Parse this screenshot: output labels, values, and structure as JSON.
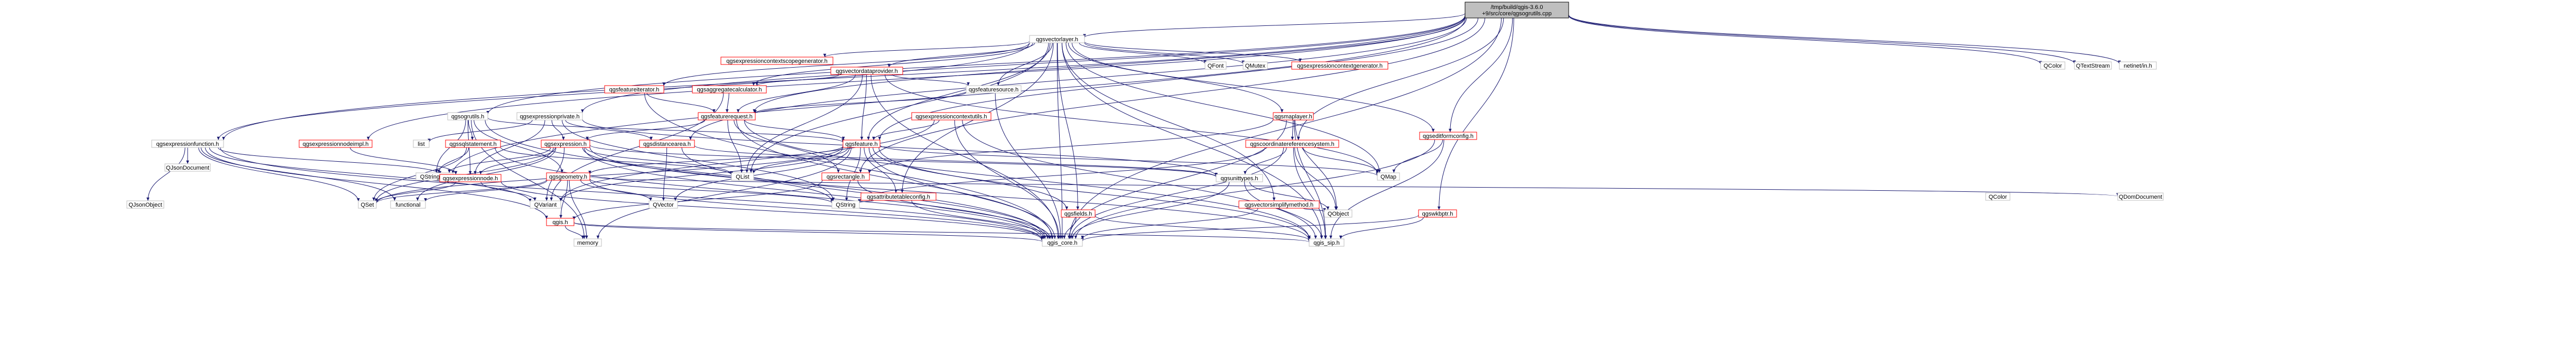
{
  "diagram": {
    "type": "include-dependency-graph",
    "colors": {
      "edge": "#191970",
      "box_border_normal": "#bfbfbf",
      "box_border_link": "#ff0000",
      "box_fill": "#ffffff",
      "root_fill": "#bfbfbf",
      "root_border": "#000000",
      "text": "#000000"
    },
    "nodes": [
      {
        "id": "root",
        "label": "/tmp/build/qgis-3.6.0\n+9/src/core/qgsogrutils.cpp",
        "kind": "root"
      },
      {
        "id": "qgsvectorlayer",
        "label": "qgsvectorlayer.h",
        "kind": "link"
      },
      {
        "id": "qcolor",
        "label": "QColor",
        "kind": "plain"
      },
      {
        "id": "qtextstream",
        "label": "QTextStream",
        "kind": "plain"
      },
      {
        "id": "netinet",
        "label": "netinet/in.h",
        "kind": "plain"
      },
      {
        "id": "qgsexpressioncontextscopegenerator",
        "label": "qgsexpressioncontextscopegenerator.h",
        "kind": "red"
      },
      {
        "id": "qgsvectordataprovider",
        "label": "qgsvectordataprovider.h",
        "kind": "red"
      },
      {
        "id": "qfont",
        "label": "QFont",
        "kind": "plain"
      },
      {
        "id": "qmutex",
        "label": "QMutex",
        "kind": "plain"
      },
      {
        "id": "qgsexpressioncontextgenerator",
        "label": "qgsexpressioncontextgenerator.h",
        "kind": "red"
      },
      {
        "id": "qgsfeatureiterator",
        "label": "qgsfeatureiterator.h",
        "kind": "red"
      },
      {
        "id": "qgsaggregatecalculator",
        "label": "qgsaggregatecalculator.h",
        "kind": "red"
      },
      {
        "id": "qgsfeaturesource",
        "label": "qgsfeaturesource.h",
        "kind": "link"
      },
      {
        "id": "qgsfeaturerequest",
        "label": "qgsfeaturerequest.h",
        "kind": "red"
      },
      {
        "id": "qgsexpressioncontextutils",
        "label": "qgsexpressioncontextutils.h",
        "kind": "red"
      },
      {
        "id": "qgsmaplayer",
        "label": "qgsmaplayer.h",
        "kind": "red"
      },
      {
        "id": "qgseditformconfig",
        "label": "qgseditformconfig.h",
        "kind": "red"
      },
      {
        "id": "qgsogrutils",
        "label": "qgsogrutils.h",
        "kind": "link"
      },
      {
        "id": "qgsexpressionprivate",
        "label": "qgsexpressionprivate.h",
        "kind": "link"
      },
      {
        "id": "qgsexpressionfunction",
        "label": "qgsexpressionfunction.h",
        "kind": "link"
      },
      {
        "id": "qgsexpressionnodeimpl",
        "label": "qgsexpressionnodeimpl.h",
        "kind": "red"
      },
      {
        "id": "list",
        "label": "list",
        "kind": "plain"
      },
      {
        "id": "qgssqlstatement",
        "label": "qgssqlstatement.h",
        "kind": "red"
      },
      {
        "id": "qgsexpression",
        "label": "qgsexpression.h",
        "kind": "red"
      },
      {
        "id": "qgsdistancearea",
        "label": "qgsdistancearea.h",
        "kind": "red"
      },
      {
        "id": "qgsfeature",
        "label": "qgsfeature.h",
        "kind": "red"
      },
      {
        "id": "qgscoordinatereferencesystem",
        "label": "qgscoordinatereferencesystem.h",
        "kind": "red"
      },
      {
        "id": "qjsondocument",
        "label": "QJsonDocument",
        "kind": "plain"
      },
      {
        "id": "qstringlist",
        "label": "QStringList",
        "kind": "plain"
      },
      {
        "id": "qgsexpressionnode",
        "label": "qgsexpressionnode.h",
        "kind": "red"
      },
      {
        "id": "qgsgeometry",
        "label": "qgsgeometry.h",
        "kind": "red"
      },
      {
        "id": "qlist",
        "label": "QList",
        "kind": "plain"
      },
      {
        "id": "qgsrectangle",
        "label": "qgsrectangle.h",
        "kind": "red"
      },
      {
        "id": "qgsattributetableconfig",
        "label": "qgsattributetableconfig.h",
        "kind": "red"
      },
      {
        "id": "qgsunittypes",
        "label": "qgsunittypes.h",
        "kind": "link"
      },
      {
        "id": "qgsvectorsimplifymethod",
        "label": "qgsvectorsimplifymethod.h",
        "kind": "red"
      },
      {
        "id": "qmap",
        "label": "QMap",
        "kind": "plain"
      },
      {
        "id": "qobject",
        "label": "QObject",
        "kind": "plain"
      },
      {
        "id": "qset",
        "label": "QSet",
        "kind": "plain"
      },
      {
        "id": "functional",
        "label": "functional",
        "kind": "plain"
      },
      {
        "id": "qvariant",
        "label": "QVariant",
        "kind": "plain"
      },
      {
        "id": "qvector",
        "label": "QVector",
        "kind": "plain"
      },
      {
        "id": "qstring",
        "label": "QString",
        "kind": "plain"
      },
      {
        "id": "qgis_h",
        "label": "qgis.h",
        "kind": "red"
      },
      {
        "id": "qgsfields",
        "label": "qgsfields.h",
        "kind": "red"
      },
      {
        "id": "qdomdocument",
        "label": "QDomDocument",
        "kind": "plain"
      },
      {
        "id": "qcolor2",
        "label": "QColor",
        "kind": "plain"
      },
      {
        "id": "qgswkbptr",
        "label": "qgswkbptr.h",
        "kind": "red"
      },
      {
        "id": "qjsonobject",
        "label": "QJsonObject",
        "kind": "plain"
      },
      {
        "id": "memory",
        "label": "memory",
        "kind": "plain"
      },
      {
        "id": "qgis_core",
        "label": "qgis_core.h",
        "kind": "plain"
      },
      {
        "id": "qgis_sip",
        "label": "qgis_sip.h",
        "kind": "plain"
      }
    ]
  }
}
